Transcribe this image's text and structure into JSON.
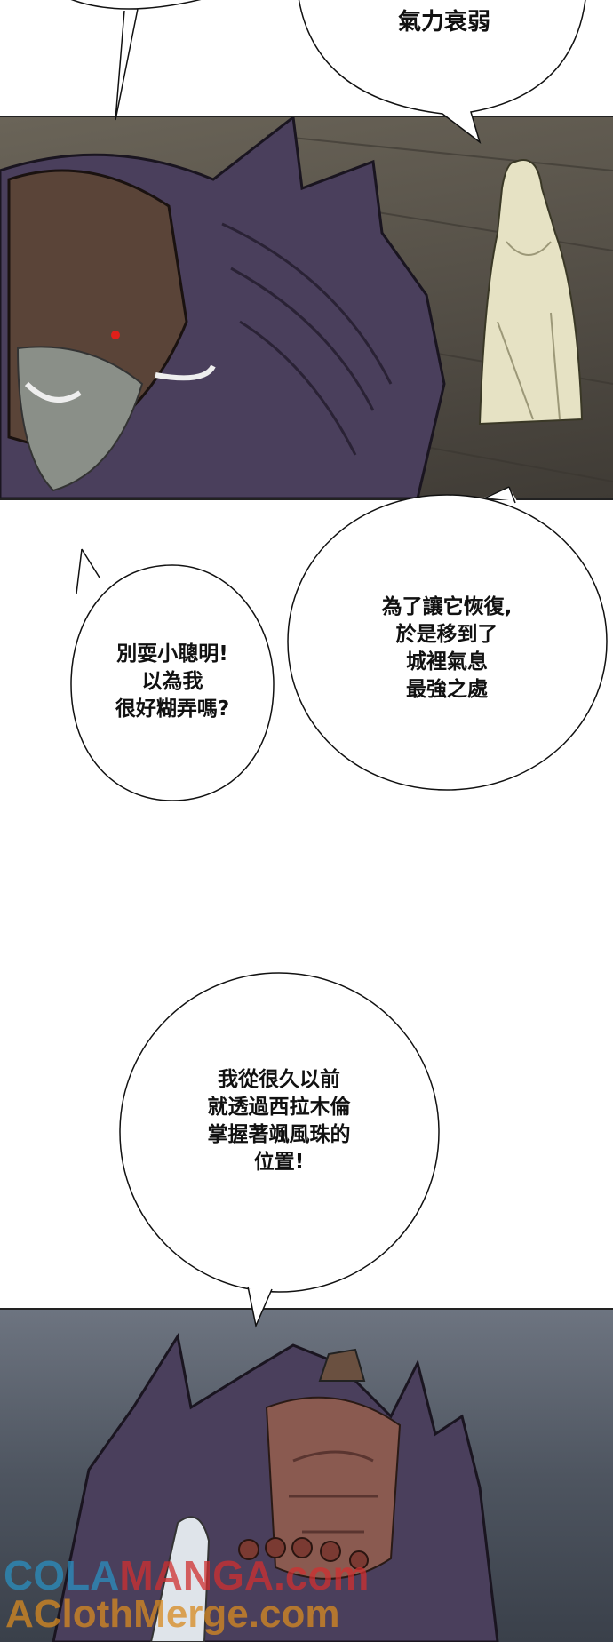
{
  "bubbles": {
    "top_right": {
      "lines": [
        "氣力衰弱"
      ]
    },
    "left": {
      "lines": [
        "別耍小聰明!",
        "以為我",
        "很好糊弄嗎?"
      ]
    },
    "right": {
      "lines": [
        "為了讓它恢復,",
        "於是移到了",
        "城裡氣息",
        "最強之處"
      ]
    },
    "center": {
      "lines": [
        "我從很久以前",
        "就透過西拉木倫",
        "掌握著颯風珠的",
        "位置!"
      ]
    }
  },
  "watermark": {
    "line1a": "COLA",
    "line1b": "MANGA",
    "line1c": ".com",
    "line2": "AClothMerge.com"
  },
  "colors": {
    "armor": "#4a3f5c",
    "robe": "#e6e2c4",
    "ground": "#5f5a50",
    "sky": "#6d7480"
  }
}
